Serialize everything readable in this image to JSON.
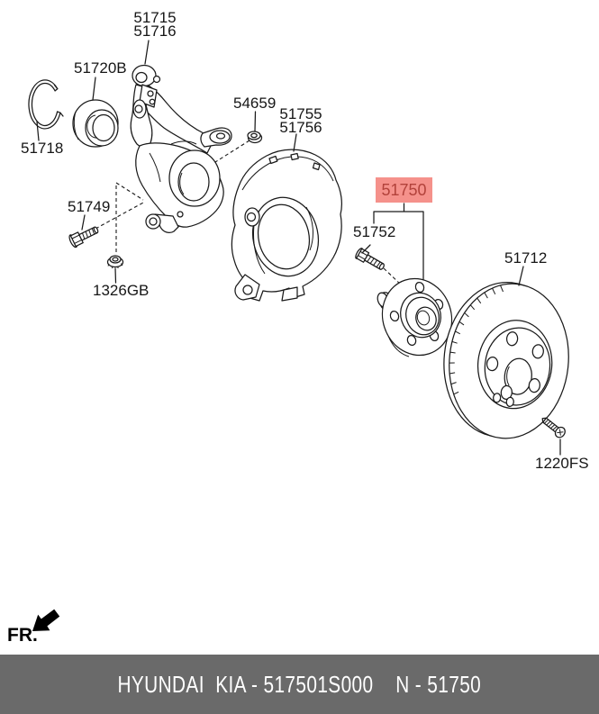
{
  "diagram": {
    "part_labels": {
      "p51715": "51715",
      "p51716": "51716",
      "p51720b": "51720B",
      "p51718": "51718",
      "p54659": "54659",
      "p51755": "51755",
      "p51756": "51756",
      "p51749": "51749",
      "p1326gb": "1326GB",
      "p51750": "51750",
      "p51752": "51752",
      "p51712": "51712",
      "p1220fs": "1220FS"
    },
    "highlighted_part": "51750",
    "direction_label": "FR."
  },
  "colors": {
    "highlight_bg": "#f5918b",
    "highlight_text": "#b2423b",
    "footer_bg": "#6a6a6a",
    "footer_text_color": "#ffffff",
    "line_color": "#1a1a1a"
  },
  "footer": {
    "text": "HYUNDAI  KIA - 517501S000    N - 51750"
  }
}
